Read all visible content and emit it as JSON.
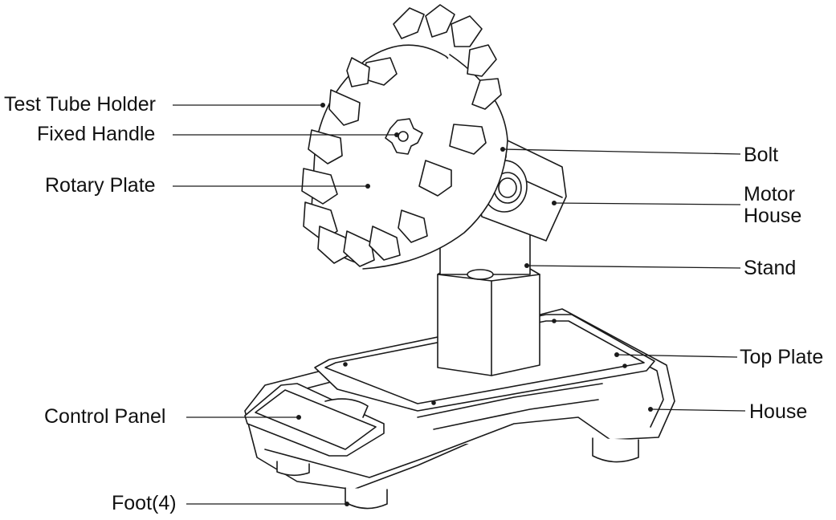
{
  "diagram": {
    "labels": {
      "test_tube_holder": "Test Tube Holder",
      "fixed_handle": "Fixed Handle",
      "rotary_plate": "Rotary Plate",
      "control_panel": "Control Panel",
      "foot": "Foot(4)",
      "bolt": "Bolt",
      "motor_house_line1": "Motor",
      "motor_house_line2": "House",
      "stand": "Stand",
      "top_plate": "Top Plate",
      "house": "House"
    }
  }
}
